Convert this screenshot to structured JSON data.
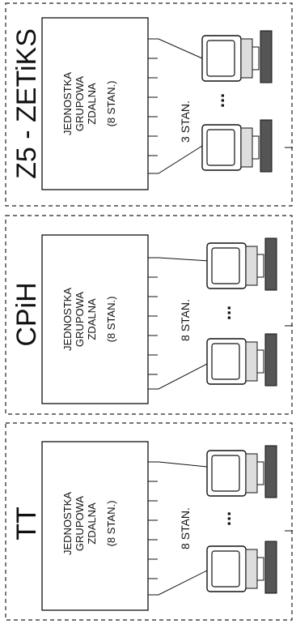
{
  "sections": [
    {
      "title": "Z5 - ZETiKS",
      "unit_lines": [
        "JEDNOSTKA",
        "GRUPOWA",
        "ZDALNA"
      ],
      "unit_capacity": "(8 STAN.)",
      "stations_label": "3 STAN.",
      "ellipsis": "..."
    },
    {
      "title": "CPiH",
      "unit_lines": [
        "JEDNOSTKA",
        "GRUPOWA",
        "ZDALNA"
      ],
      "unit_capacity": "(8 STAN.)",
      "stations_label": "8 STAN.",
      "ellipsis": "..."
    },
    {
      "title": "TT",
      "unit_lines": [
        "JEDNOSTKA",
        "GRUPOWA",
        "ZDALNA"
      ],
      "unit_capacity": "(8 STAN.)",
      "stations_label": "8 STAN.",
      "ellipsis": "..."
    }
  ]
}
